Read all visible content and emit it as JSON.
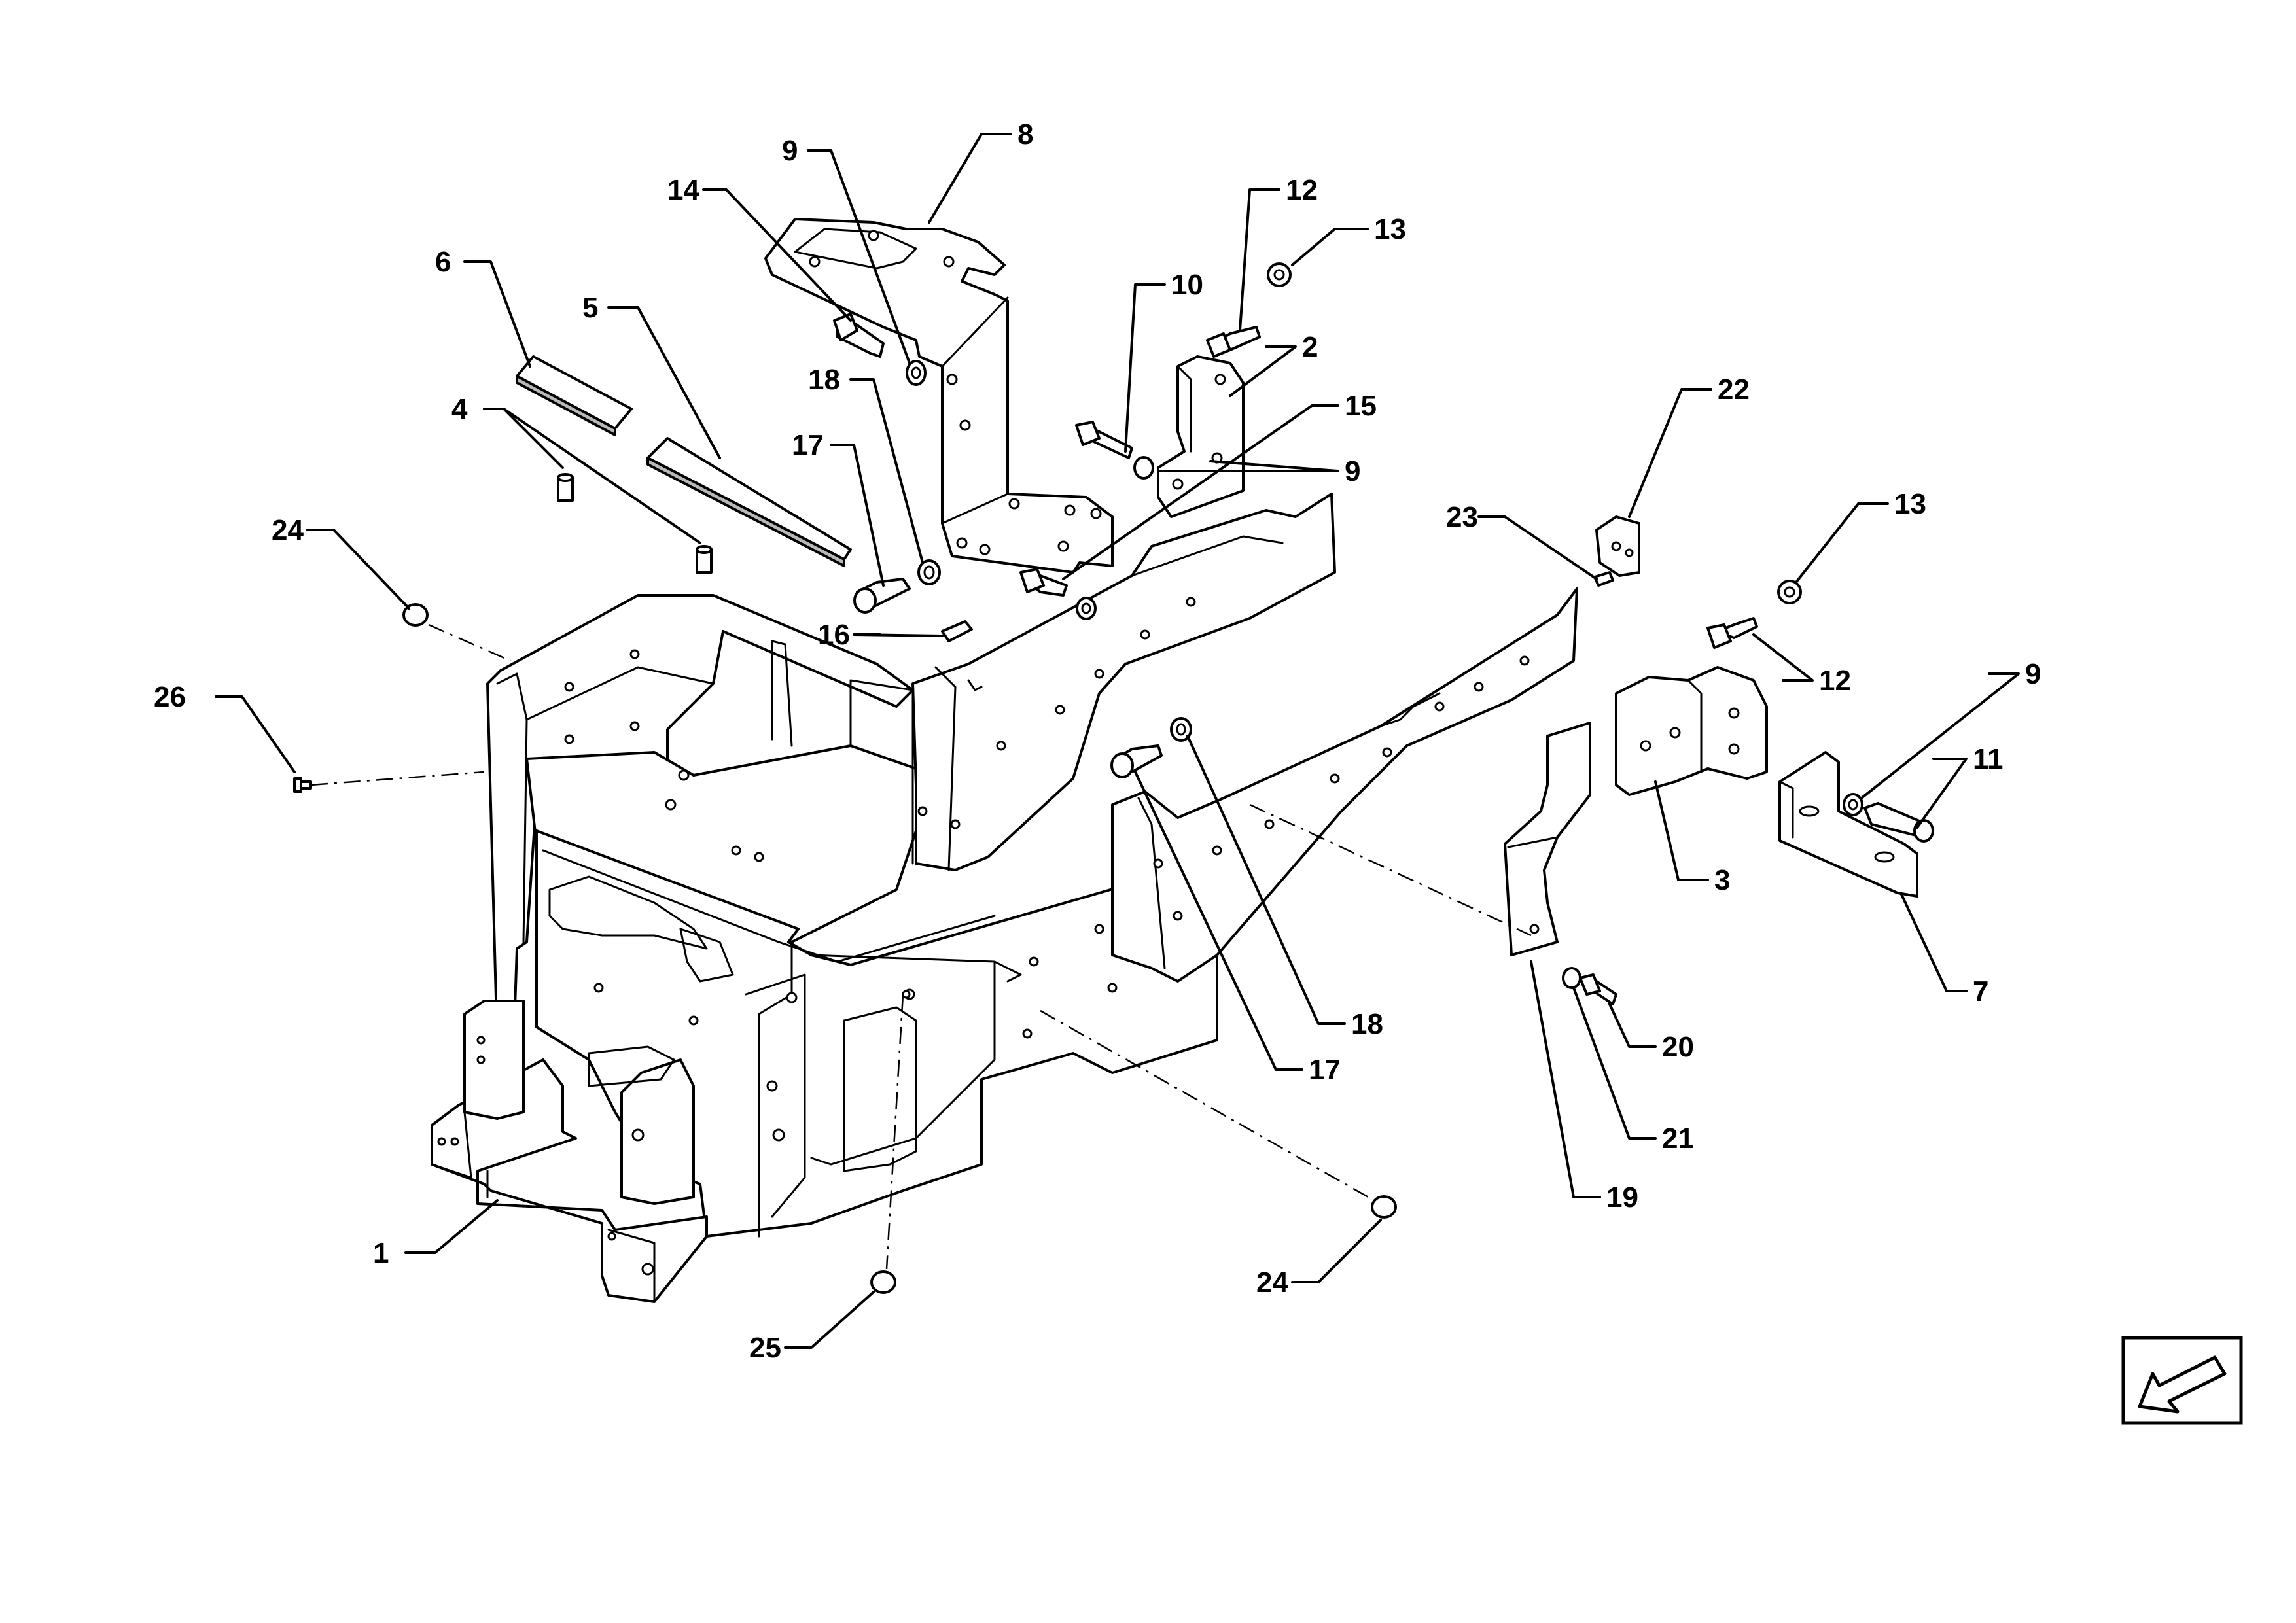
{
  "callouts": [
    {
      "id": "c1",
      "label": "1"
    },
    {
      "id": "c2",
      "label": "2"
    },
    {
      "id": "c3",
      "label": "3"
    },
    {
      "id": "c4",
      "label": "4"
    },
    {
      "id": "c5",
      "label": "5"
    },
    {
      "id": "c6",
      "label": "6"
    },
    {
      "id": "c7",
      "label": "7"
    },
    {
      "id": "c8",
      "label": "8"
    },
    {
      "id": "c9a",
      "label": "9"
    },
    {
      "id": "c9b",
      "label": "9"
    },
    {
      "id": "c9c",
      "label": "9"
    },
    {
      "id": "c10",
      "label": "10"
    },
    {
      "id": "c11",
      "label": "11"
    },
    {
      "id": "c12a",
      "label": "12"
    },
    {
      "id": "c12b",
      "label": "12"
    },
    {
      "id": "c13a",
      "label": "13"
    },
    {
      "id": "c13b",
      "label": "13"
    },
    {
      "id": "c14",
      "label": "14"
    },
    {
      "id": "c15",
      "label": "15"
    },
    {
      "id": "c16",
      "label": "16"
    },
    {
      "id": "c17a",
      "label": "17"
    },
    {
      "id": "c17b",
      "label": "17"
    },
    {
      "id": "c18a",
      "label": "18"
    },
    {
      "id": "c18b",
      "label": "18"
    },
    {
      "id": "c19",
      "label": "19"
    },
    {
      "id": "c20",
      "label": "20"
    },
    {
      "id": "c21",
      "label": "21"
    },
    {
      "id": "c22",
      "label": "22"
    },
    {
      "id": "c23",
      "label": "23"
    },
    {
      "id": "c24a",
      "label": "24"
    },
    {
      "id": "c24b",
      "label": "24"
    },
    {
      "id": "c25",
      "label": "25"
    },
    {
      "id": "c26",
      "label": "26"
    }
  ],
  "navigation": {
    "icon": "arrow-down-left-icon"
  }
}
